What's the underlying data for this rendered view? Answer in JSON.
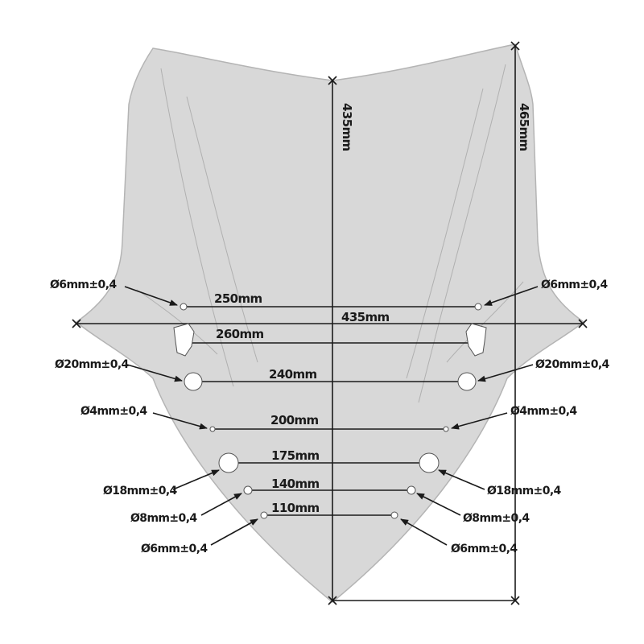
{
  "colors": {
    "windscreen_fill": "#d2d2d2",
    "windscreen_edge": "#a8a8a8",
    "line": "#1a1a1a",
    "hole_fill": "#ffffff"
  },
  "height_dims": {
    "center": "435mm",
    "side": "465mm"
  },
  "width_dims": {
    "overall": "435mm",
    "row1": "250mm",
    "row2": "260mm",
    "row3": "240mm",
    "row4": "200mm",
    "row5": "175mm",
    "row6": "140mm",
    "row7": "110mm"
  },
  "hole_labels": {
    "left": {
      "row1": "Ø6mm±0,4",
      "row3": "Ø20mm±0,4",
      "row4": "Ø4mm±0,4",
      "row5": "Ø18mm±0,4",
      "row6": "Ø8mm±0,4",
      "row7": "Ø6mm±0,4"
    },
    "right": {
      "row1": "Ø6mm±0,4",
      "row3": "Ø20mm±0,4",
      "row4": "Ø4mm±0,4",
      "row5": "Ø18mm±0,4",
      "row6": "Ø8mm±0,4",
      "row7": "Ø6mm±0,4"
    }
  }
}
